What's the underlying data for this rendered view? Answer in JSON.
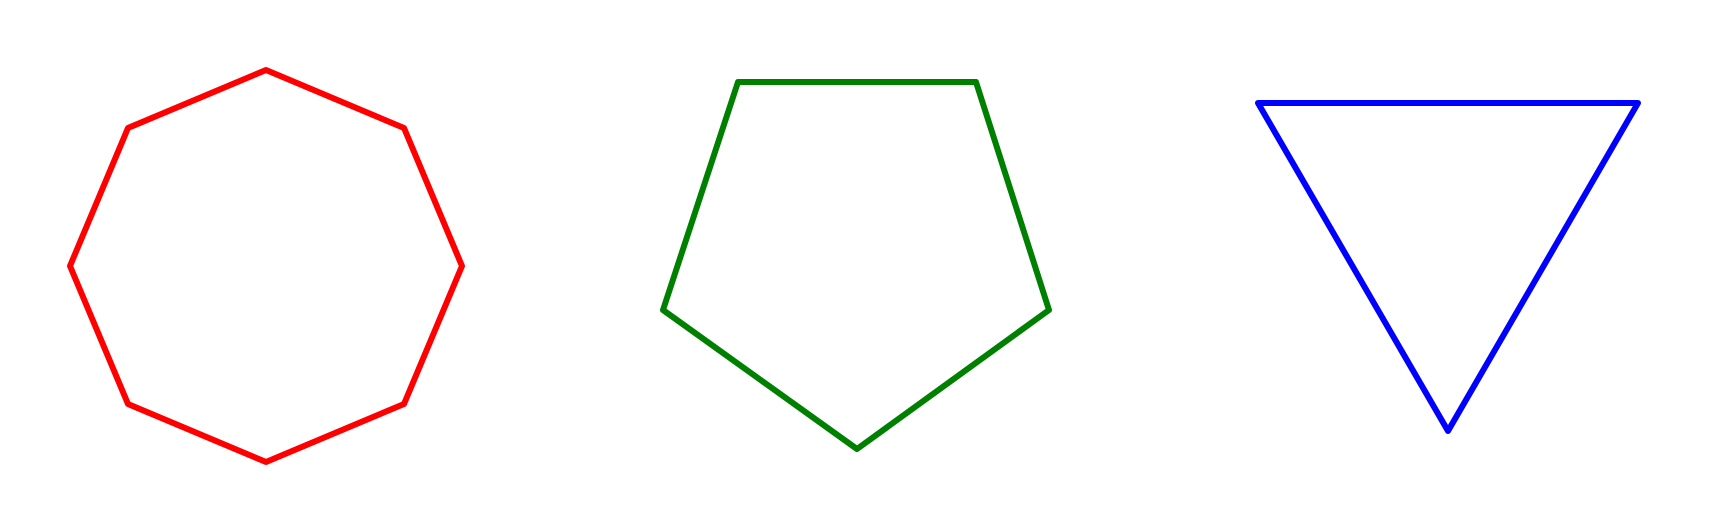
{
  "shapes": [
    {
      "name": "octagon",
      "sides": 8,
      "color": "#ff0000"
    },
    {
      "name": "pentagon",
      "sides": 5,
      "color": "#008000"
    },
    {
      "name": "triangle",
      "sides": 3,
      "color": "#0000ff",
      "orientation": "pointing-down"
    }
  ]
}
